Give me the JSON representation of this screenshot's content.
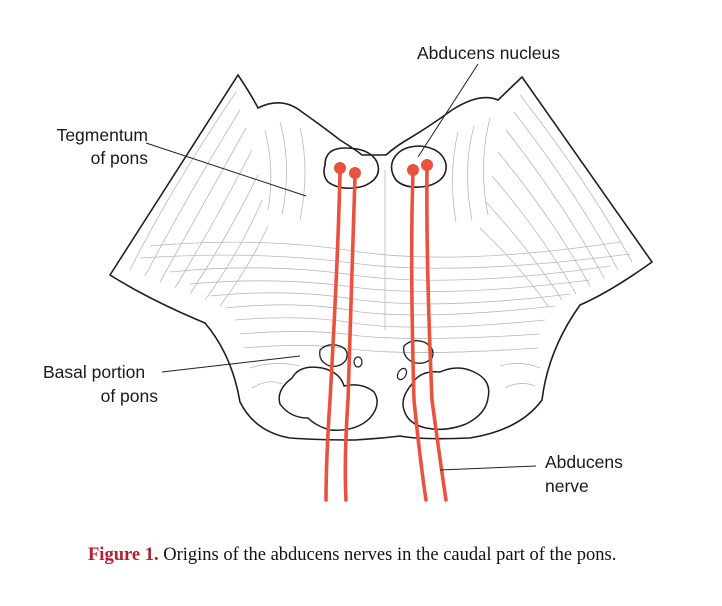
{
  "labels": {
    "abducens_nucleus": "Abducens nucleus",
    "tegmentum_line1": "Tegmentum",
    "tegmentum_line2": "of pons",
    "basal_line1": "Basal portion",
    "basal_line2": "of pons",
    "nerve_line1": "Abducens",
    "nerve_line2": "nerve"
  },
  "caption": {
    "figure": "Figure 1.",
    "text": " Origins of the abducens nerves in the caudal part of the pons."
  },
  "colors": {
    "nerve": "#e8523f",
    "outline": "#1f1f1f",
    "hatch": "#b5b5b5",
    "caption_accent": "#b21f2d"
  }
}
